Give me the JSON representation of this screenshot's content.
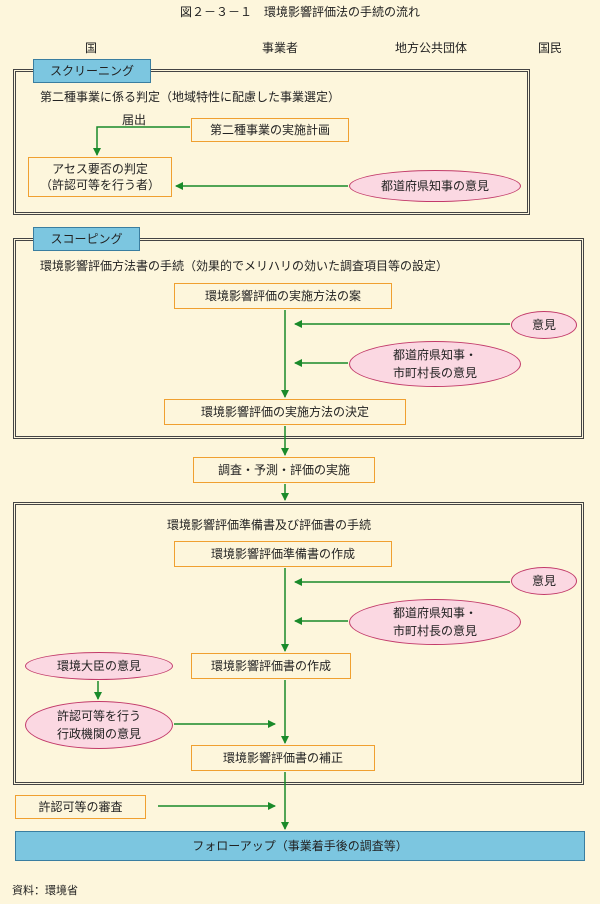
{
  "figure": {
    "title": "図２－３－１　環境影響評価法の手続の流れ",
    "source": "資料：環境省"
  },
  "columns": {
    "national": "国",
    "business": "事業者",
    "local": "地方公共団体",
    "citizens": "国民"
  },
  "screening": {
    "tab": "スクリーニング",
    "heading": "第二種事業に係る判定（地域特性に配慮した事業選定）",
    "notification_label": "届出",
    "plan": "第二種事業の実施計画",
    "decision_line1": "アセス要否の判定",
    "decision_line2": "（許認可等を行う者）",
    "governor_opinion": "都道府県知事の意見"
  },
  "scoping": {
    "tab": "スコーピング",
    "heading": "環境影響評価方法書の手続（効果的でメリハリの効いた調査項目等の設定）",
    "draft": "環境影響評価の実施方法の案",
    "opinion": "意見",
    "governor_line1": "都道府県知事・",
    "governor_line2": "市町村長の意見",
    "decision": "環境影響評価の実施方法の決定"
  },
  "survey": "調査・予測・評価の実施",
  "assessment": {
    "heading": "環境影響評価準備書及び評価書の手続",
    "draft_report": "環境影響評価準備書の作成",
    "opinion": "意見",
    "governor_line1": "都道府県知事・",
    "governor_line2": "市町村長の意見",
    "minister_opinion": "環境大臣の意見",
    "report": "環境影響評価書の作成",
    "agency_line1": "許認可等を行う",
    "agency_line2": "行政機関の意見",
    "revision": "環境影響評価書の補正"
  },
  "permit_review": "許認可等の審査",
  "followup": "フォローアップ（事業着手後の調査等）",
  "colors": {
    "arrow": "#1a8a2a",
    "box_border": "#f0a030",
    "ellipse_fill": "#fbd8e2",
    "ellipse_border": "#c23a6a",
    "tab_fill": "#7cc6e0"
  }
}
